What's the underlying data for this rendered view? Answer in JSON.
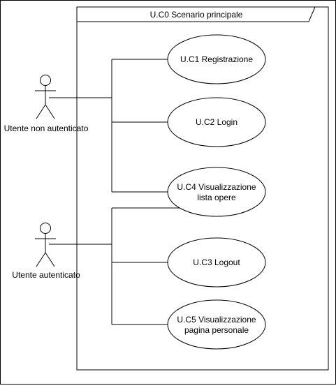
{
  "diagram": {
    "type": "use-case",
    "system": {
      "title": "U.C0 Scenario principale"
    },
    "actors": [
      {
        "id": "actor-unauth",
        "label": "Utente non autenticato"
      },
      {
        "id": "actor-auth",
        "label": "Utente autenticato"
      }
    ],
    "use_cases": [
      {
        "id": "uc1",
        "lines": [
          "U.C1 Registrazione"
        ]
      },
      {
        "id": "uc2",
        "lines": [
          "U.C2 Login"
        ]
      },
      {
        "id": "uc4",
        "lines": [
          "U.C4 Visualizzazione",
          "lista opere"
        ]
      },
      {
        "id": "uc3",
        "lines": [
          "U.C3 Logout"
        ]
      },
      {
        "id": "uc5",
        "lines": [
          "U.C5 Visualizzazione",
          "pagina personale"
        ]
      }
    ],
    "associations": [
      {
        "from": "actor-unauth",
        "to": "uc1"
      },
      {
        "from": "actor-unauth",
        "to": "uc2"
      },
      {
        "from": "actor-unauth",
        "to": "uc4"
      },
      {
        "from": "actor-auth",
        "to": "uc4"
      },
      {
        "from": "actor-auth",
        "to": "uc3"
      },
      {
        "from": "actor-auth",
        "to": "uc5"
      }
    ]
  }
}
